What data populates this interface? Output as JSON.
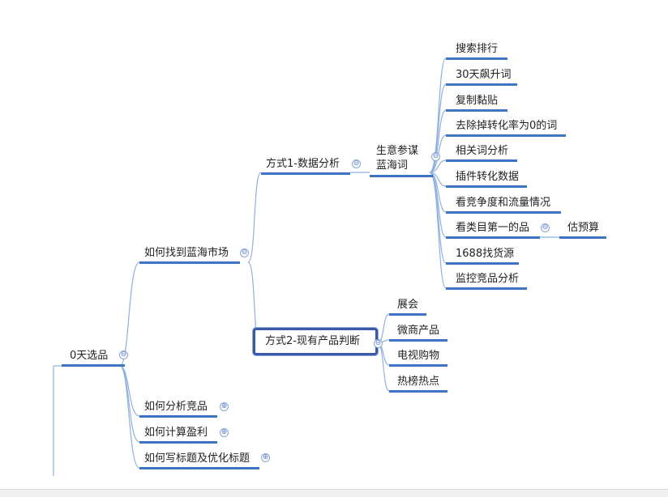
{
  "colors": {
    "connector": "#8fb0e0",
    "underline": "#3d74c4",
    "selected_border": "#3a5aa8"
  },
  "mindmap": {
    "root": {
      "label": "0天选品",
      "toggle": "⊖"
    },
    "level1": [
      {
        "label": "如何找到蓝海市场",
        "toggle": "⊖"
      },
      {
        "label": "如何分析竞品",
        "toggle": "⊕"
      },
      {
        "label": "如何计算盈利",
        "toggle": "⊕"
      },
      {
        "label": "如何写标题及优化标题",
        "toggle": "⊕"
      }
    ],
    "method1": {
      "label": "方式1-数据分析",
      "toggle": "⊖"
    },
    "method2": {
      "label": "方式2-现有产品判断",
      "toggle": "⊖"
    },
    "data_source": {
      "line1": "生意参谋",
      "line2": "蓝海词",
      "toggle": "⊖"
    },
    "steps": [
      "搜索排行",
      "30天飙升词",
      "复制黏贴",
      "去除掉转化率为0的词",
      "相关词分析",
      "插件转化数据",
      "看竞争度和流量情况",
      "看类目第一的品",
      "1688找货源",
      "监控竞品分析"
    ],
    "step_child": {
      "label": "估预算",
      "toggle": "⊖"
    },
    "method2_items": [
      "展会",
      "微商产品",
      "电视购物",
      "热榜热点"
    ]
  }
}
